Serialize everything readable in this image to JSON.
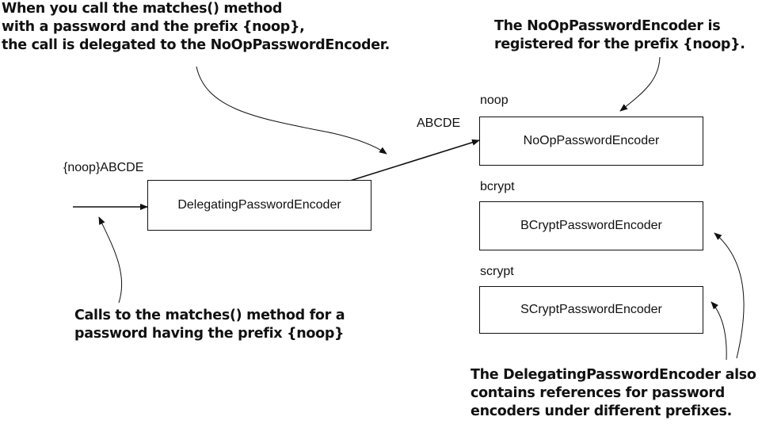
{
  "annotations": {
    "top_left": [
      "When you call the matches() method",
      "with a password and the prefix {noop},",
      "the call is delegated to the NoOpPasswordEncoder."
    ],
    "top_right": [
      "The NoOpPasswordEncoder is",
      "registered for the prefix {noop}."
    ],
    "bottom_left": [
      "Calls to the matches() method for a",
      "password having the prefix {noop}"
    ],
    "bottom_right": [
      "The DelegatingPasswordEncoder also",
      "contains references for password",
      "encoders under different prefixes."
    ]
  },
  "input_label": "{noop}ABCDE",
  "delegate_label": "ABCDE",
  "delegating_encoder": "DelegatingPasswordEncoder",
  "encoders": [
    {
      "prefix": "noop",
      "name": "NoOpPasswordEncoder"
    },
    {
      "prefix": "bcrypt",
      "name": "BCryptPasswordEncoder"
    },
    {
      "prefix": "scrypt",
      "name": "SCryptPasswordEncoder"
    }
  ]
}
